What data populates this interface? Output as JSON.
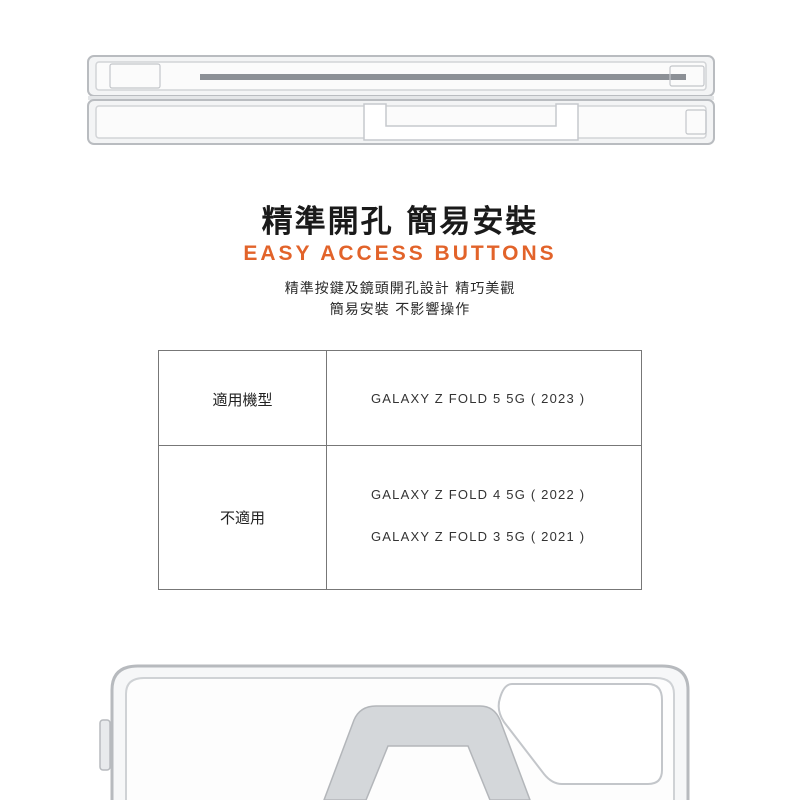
{
  "heading": {
    "title_cn": "精準開孔 簡易安裝",
    "title_en": "EASY ACCESS BUTTONS",
    "desc_line1": "精準按鍵及鏡頭開孔設計 精巧美觀",
    "desc_line2": "簡易安裝 不影響操作"
  },
  "compat_table": {
    "rows": [
      {
        "label": "適用機型",
        "models": [
          "GALAXY Z FOLD 5 5G ( 2023 )"
        ]
      },
      {
        "label": "不適用",
        "models": [
          "GALAXY Z FOLD 4 5G ( 2022 )",
          "GALAXY Z FOLD 3 5G ( 2021 )"
        ]
      }
    ]
  },
  "colors": {
    "accent": "#e2632a",
    "border": "#777777"
  }
}
